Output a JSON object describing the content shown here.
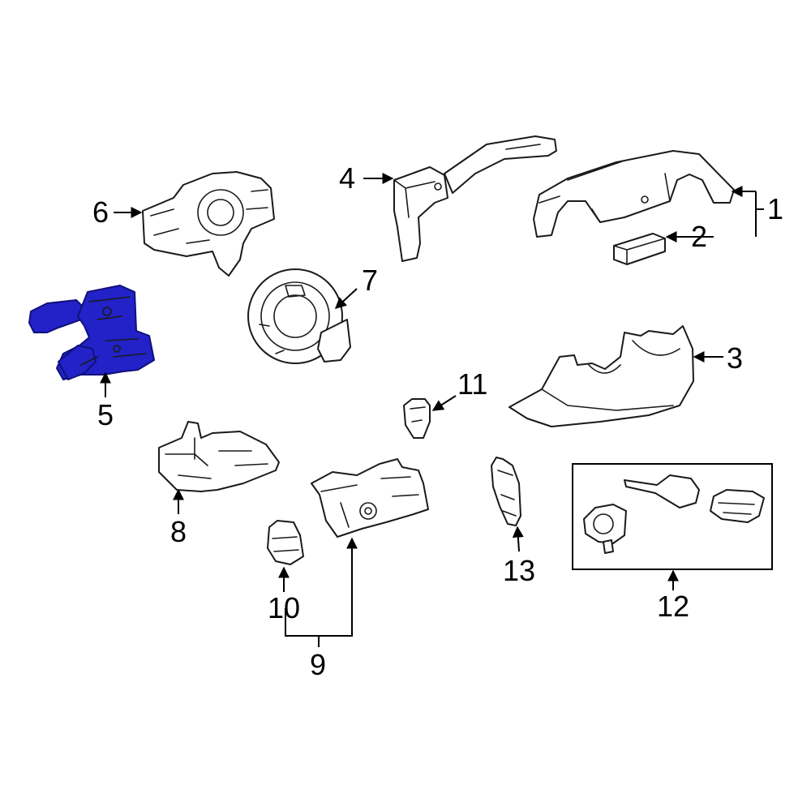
{
  "colors": {
    "highlight": "#2222c8",
    "line": "#1a1a1a",
    "background": "#ffffff"
  },
  "callouts": [
    {
      "id": "1",
      "label": "1"
    },
    {
      "id": "2",
      "label": "2"
    },
    {
      "id": "3",
      "label": "3"
    },
    {
      "id": "4",
      "label": "4"
    },
    {
      "id": "5",
      "label": "5"
    },
    {
      "id": "6",
      "label": "6"
    },
    {
      "id": "7",
      "label": "7"
    },
    {
      "id": "8",
      "label": "8"
    },
    {
      "id": "9",
      "label": "9"
    },
    {
      "id": "10",
      "label": "10"
    },
    {
      "id": "11",
      "label": "11"
    },
    {
      "id": "12",
      "label": "12"
    },
    {
      "id": "13",
      "label": "13"
    }
  ],
  "highlighted_part": "5"
}
